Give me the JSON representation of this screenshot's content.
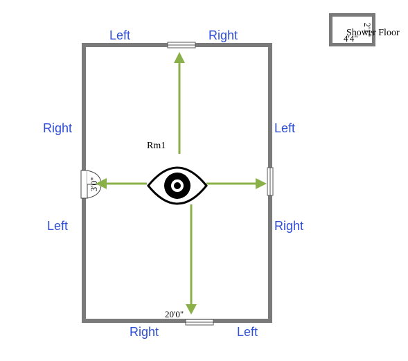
{
  "room": {
    "name": "Rm1",
    "dimension_bottom": "20'0\"",
    "dimension_door": "3'0\""
  },
  "labels": {
    "top_left": "Left",
    "top_right": "Right",
    "left_upper": "Right",
    "left_lower": "Left",
    "right_upper": "Left",
    "right_lower": "Right",
    "bottom_left": "Right",
    "bottom_right": "Left"
  },
  "fixture": {
    "name": "Shower Floor",
    "dim_width": "4'4\"",
    "dim_depth": "2'1\""
  },
  "colors": {
    "wall": "#7a7a7a",
    "arrow": "#8ab04a",
    "label": "#2f4fd8"
  }
}
